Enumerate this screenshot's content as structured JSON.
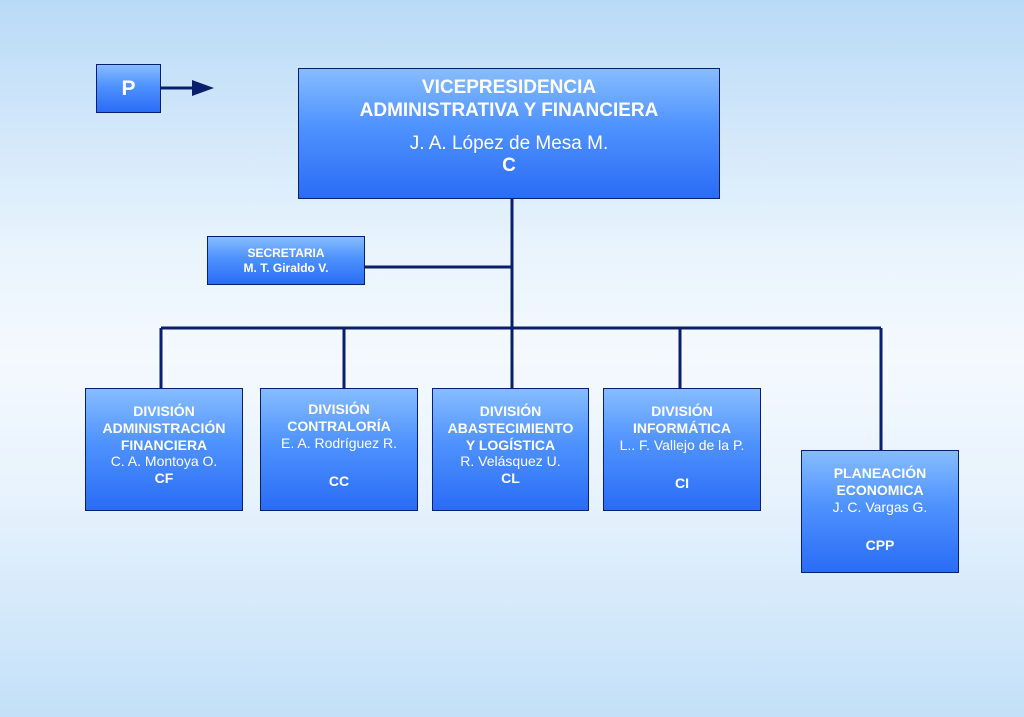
{
  "p_box": {
    "label": "P"
  },
  "top": {
    "title_line1": "VICEPRESIDENCIA",
    "title_line2": "ADMINISTRATIVA Y FINANCIERA",
    "person": "J. A. López de Mesa M.",
    "code": "C"
  },
  "secretaria": {
    "title": "SECRETARIA",
    "person": "M. T. Giraldo V."
  },
  "divisions": [
    {
      "line1": "DIVISIÓN",
      "line2": "ADMINISTRACIÓN",
      "line3": "FINANCIERA",
      "person": "C. A. Montoya O.",
      "code": "CF"
    },
    {
      "line1": "DIVISIÓN",
      "line2": "CONTRALORÍA",
      "person": "E. A. Rodríguez R.",
      "code": "CC"
    },
    {
      "line1": "DIVISIÓN",
      "line2": "ABASTECIMIENTO",
      "line3": "Y LOGÍSTICA",
      "person": "R. Velásquez U.",
      "code": "CL"
    },
    {
      "line1": "DIVISIÓN",
      "line2": "INFORMÁTICA",
      "person": "L.. F. Vallejo de la P.",
      "code": "CI"
    },
    {
      "line1": "PLANEACIÓN",
      "line2": "ECONOMICA",
      "person": "J. C. Vargas G.",
      "code": "CPP"
    }
  ],
  "colors": {
    "line": "#0a1f6b",
    "box_top": "#86bcff",
    "box_bottom": "#2a6cf5",
    "text": "#ffffff"
  }
}
